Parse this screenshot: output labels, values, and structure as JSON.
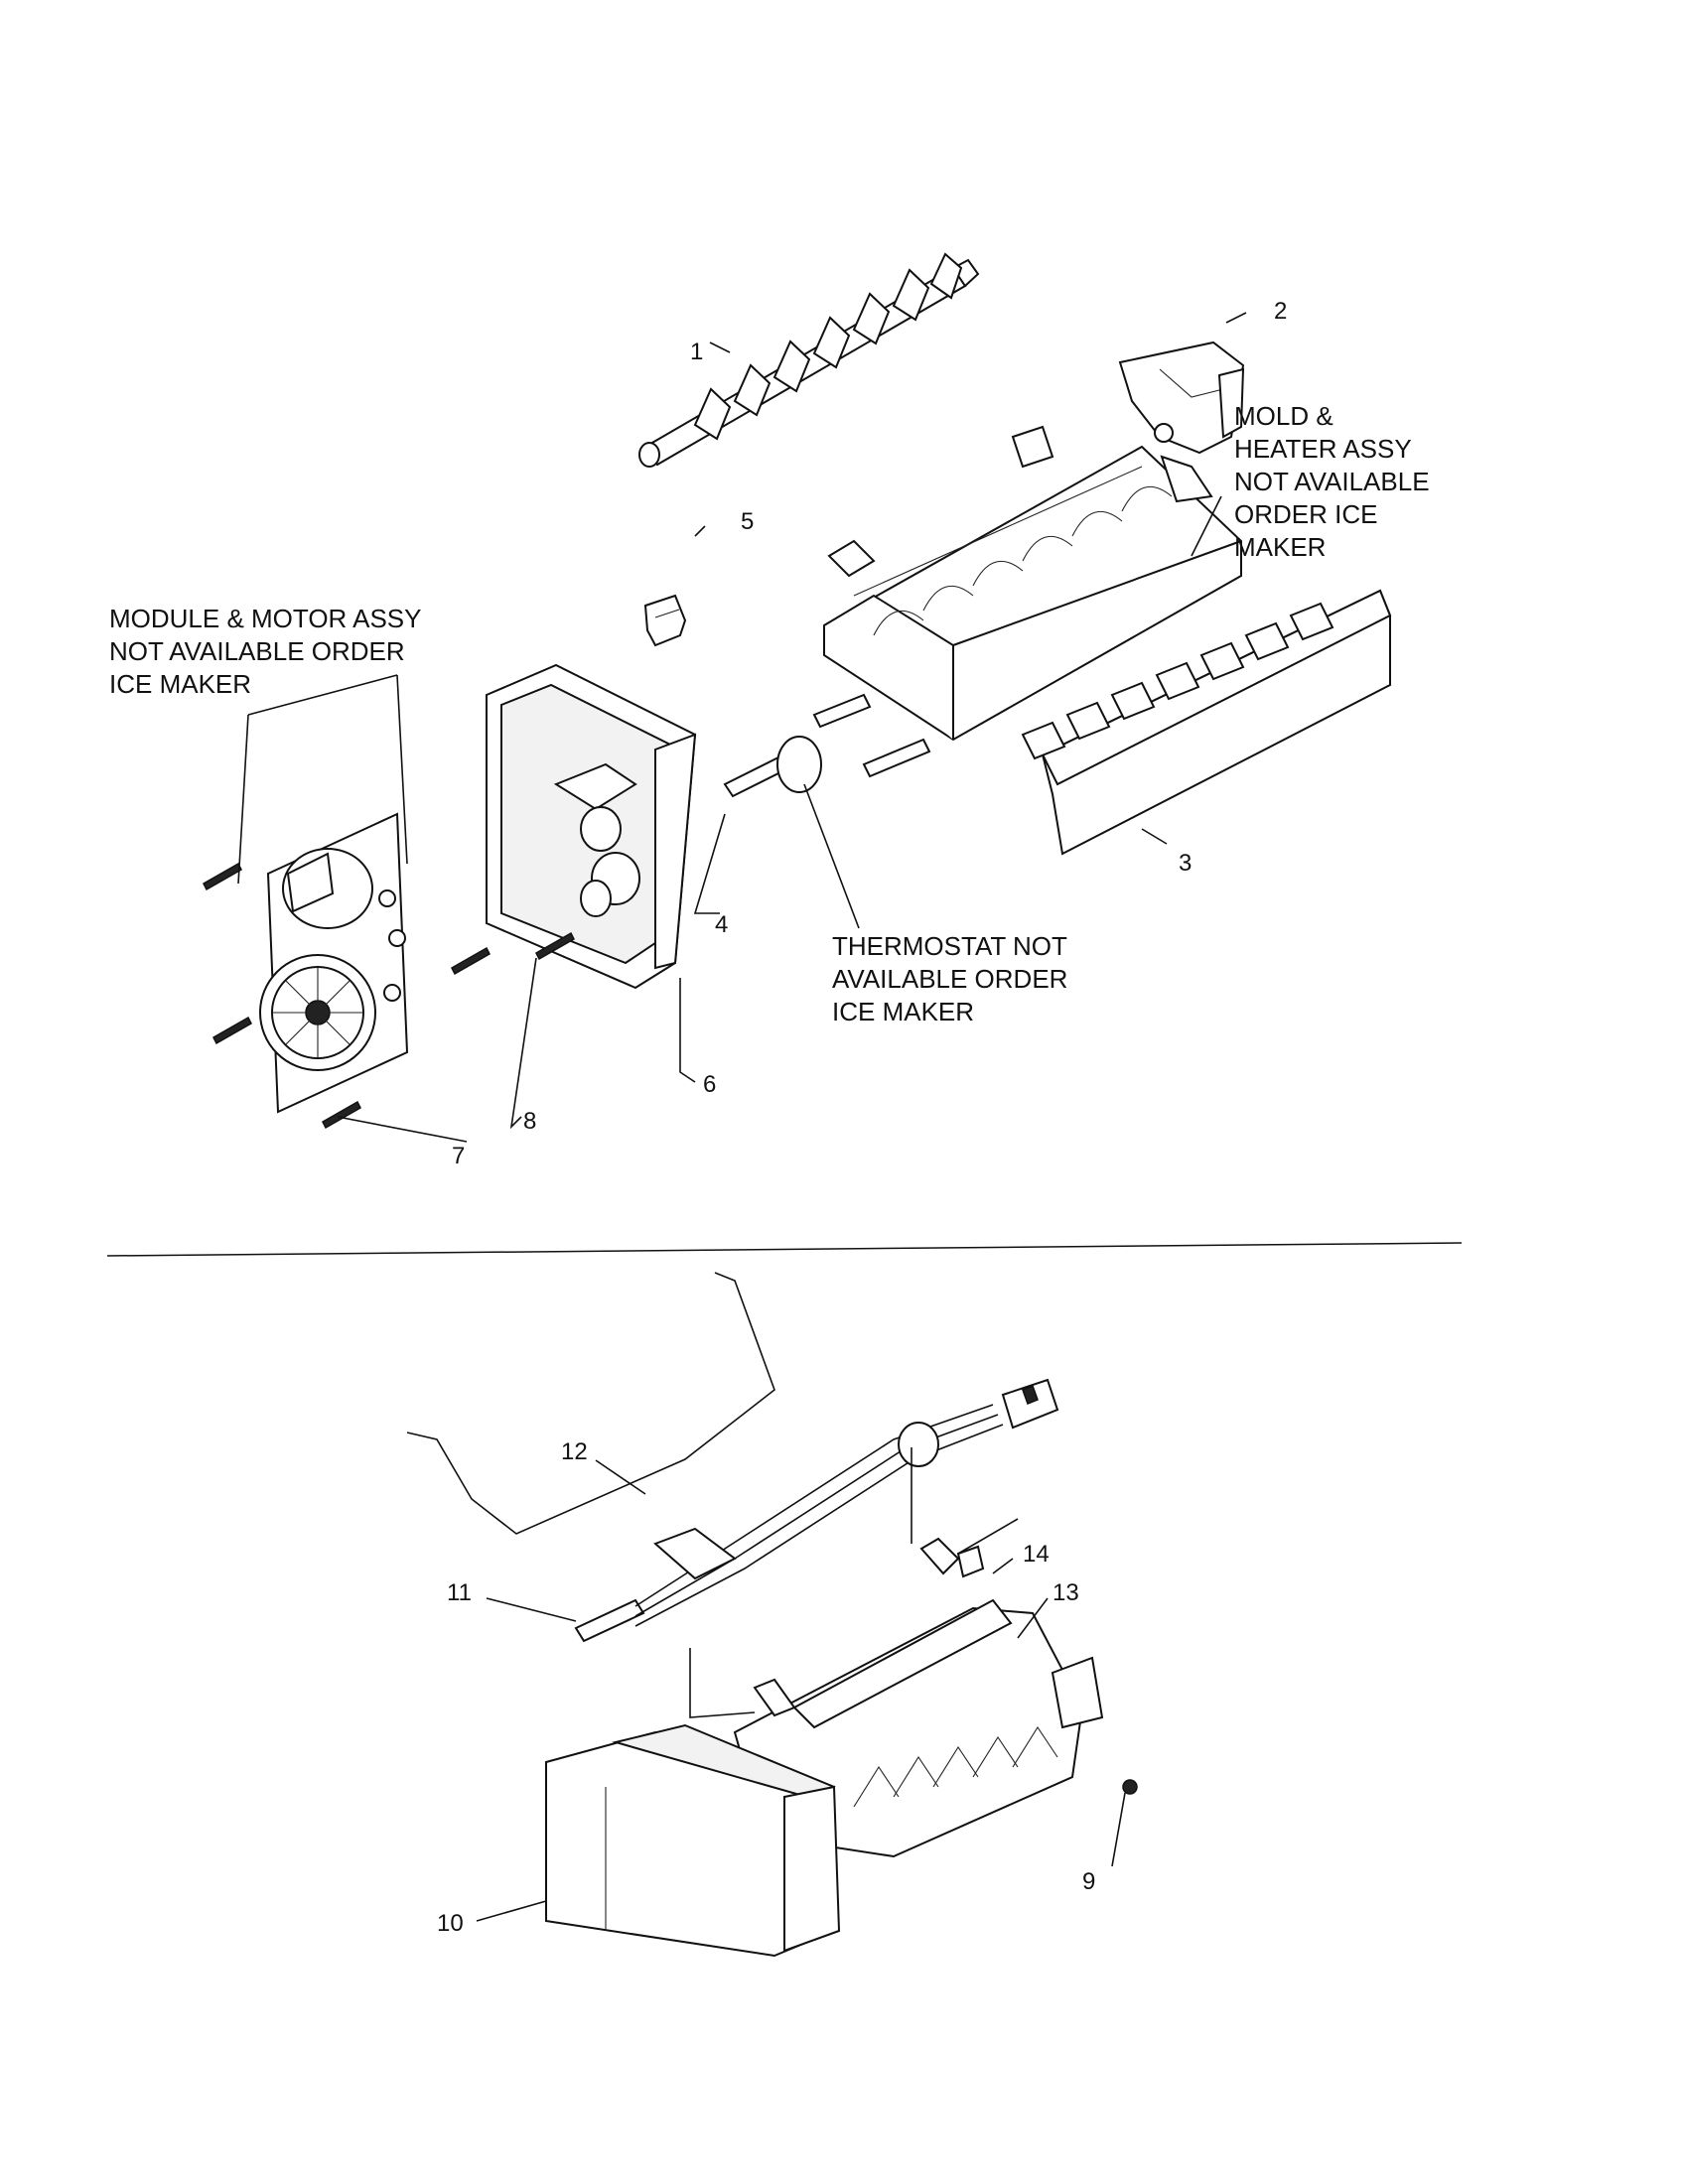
{
  "callouts": {
    "c1": "1",
    "c2": "2",
    "c3": "3",
    "c4": "4",
    "c5": "5",
    "c6": "6",
    "c7": "7",
    "c8": "8",
    "c9": "9",
    "c10": "10",
    "c11": "11",
    "c12": "12",
    "c13": "13",
    "c14": "14"
  },
  "notes": {
    "mold": [
      "MOLD &",
      "HEATER ASSY",
      "NOT AVAILABLE",
      "ORDER ICE",
      "MAKER"
    ],
    "module": [
      "MODULE & MOTOR ASSY",
      "NOT AVAILABLE ORDER",
      "ICE MAKER"
    ],
    "thermostat": [
      "THERMOSTAT NOT",
      "AVAILABLE ORDER",
      "ICE MAKER"
    ]
  }
}
